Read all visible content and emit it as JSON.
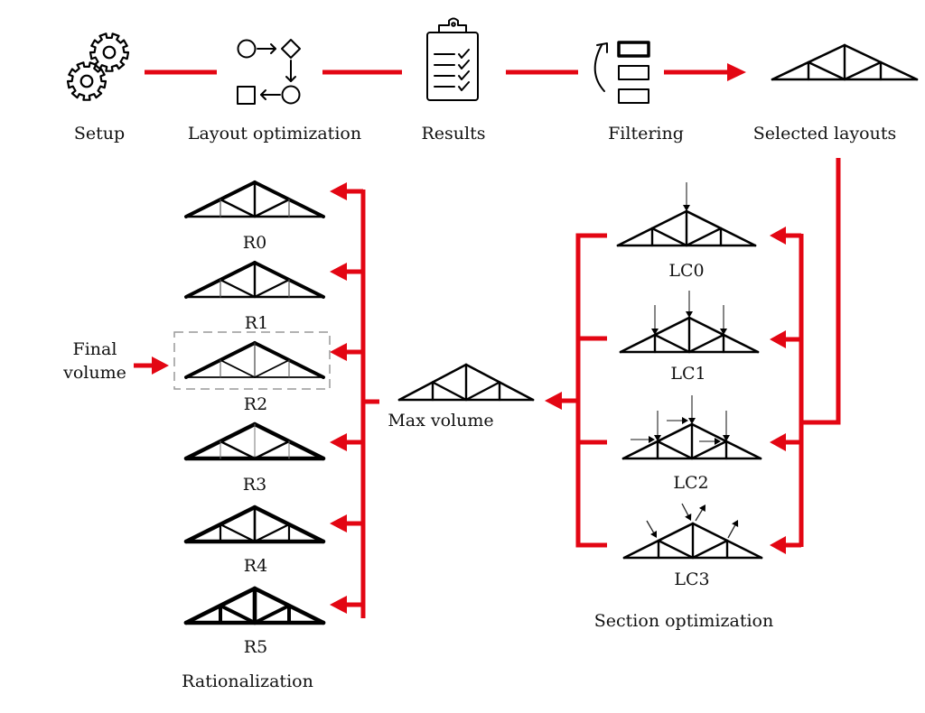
{
  "colors": {
    "accent": "#e30613",
    "ink": "#000000",
    "dashed_box": "#999999"
  },
  "pipeline": [
    {
      "id": "setup",
      "label": "Setup",
      "icon": "gears-icon"
    },
    {
      "id": "layout",
      "label": "Layout optimization",
      "icon": "flowchart-icon"
    },
    {
      "id": "results",
      "label": "Results",
      "icon": "clipboard-checklist-icon"
    },
    {
      "id": "filtering",
      "label": "Filtering",
      "icon": "filter-list-icon"
    },
    {
      "id": "selected",
      "label": "Selected layouts",
      "icon": "truss-icon"
    }
  ],
  "section_optimization": {
    "title": "Section optimization",
    "load_cases": [
      {
        "label": "LC0",
        "loads": "apex vertical"
      },
      {
        "label": "LC1",
        "loads": "three vertical"
      },
      {
        "label": "LC2",
        "loads": "vertical + horizontal"
      },
      {
        "label": "LC3",
        "loads": "wind inclined"
      }
    ],
    "output_label": "Max volume"
  },
  "rationalization": {
    "title": "Rationalization",
    "variants": [
      "R0",
      "R1",
      "R2",
      "R3",
      "R4",
      "R5"
    ],
    "selected_variant": "R2",
    "final_label_line1": "Final",
    "final_label_line2": "volume"
  }
}
